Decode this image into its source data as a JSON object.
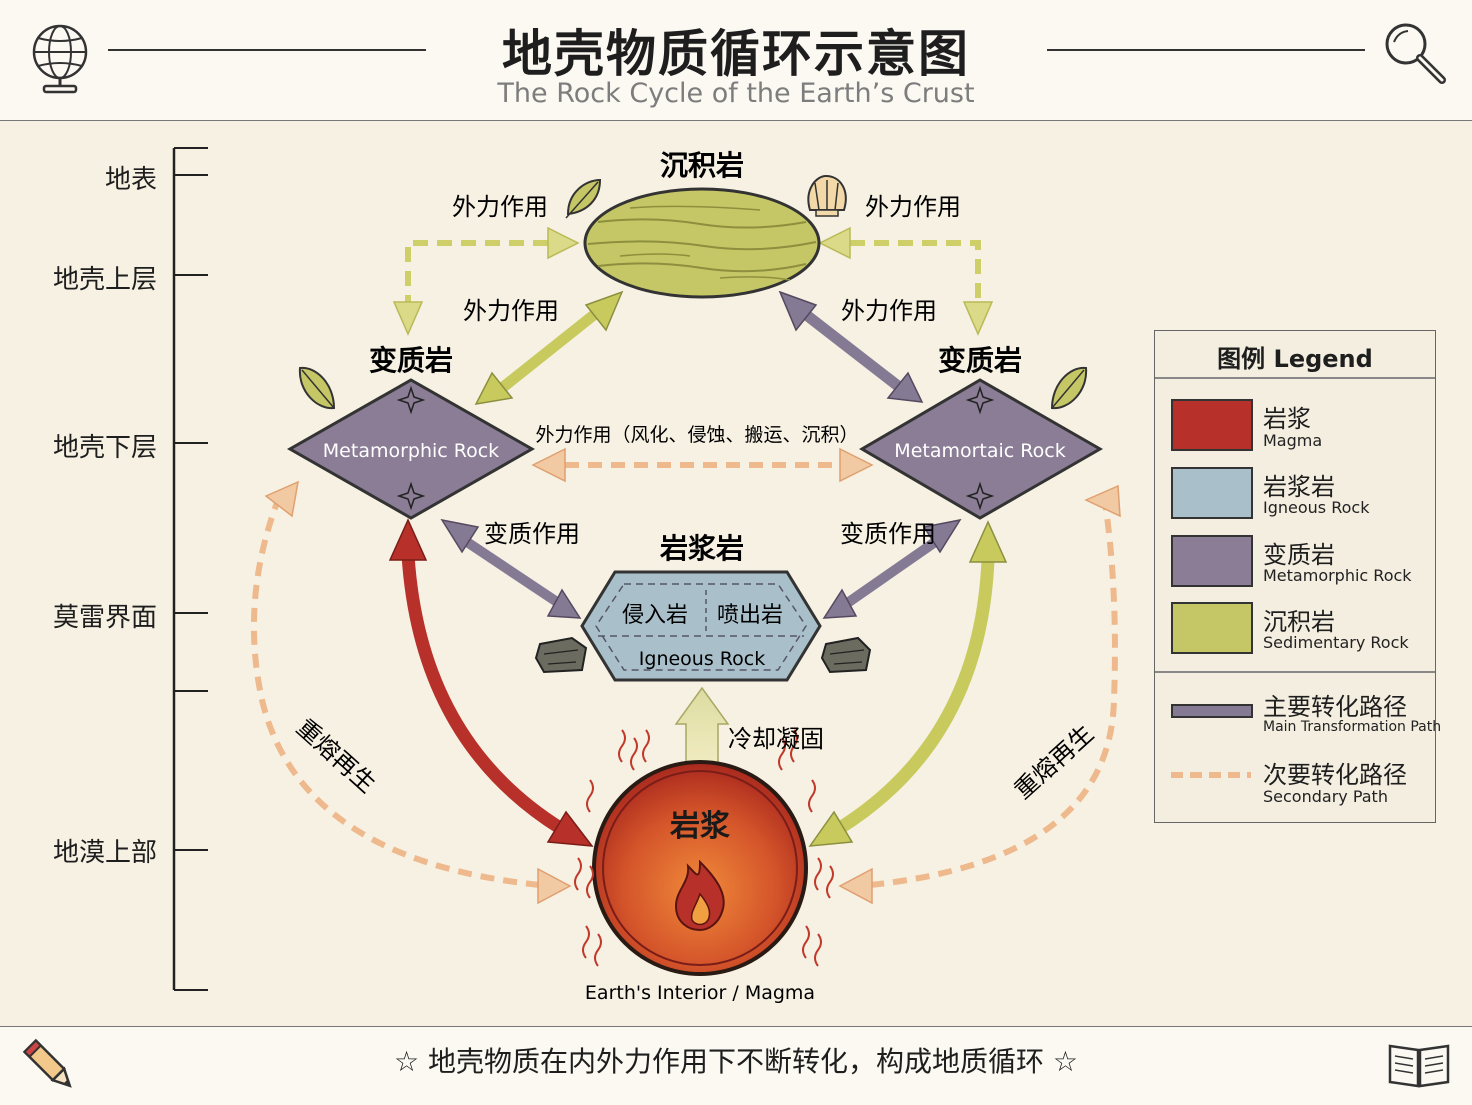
{
  "header": {
    "title_cn": "地壳物质循环示意图",
    "title_en": "The Rock Cycle of the Earth’s Crust"
  },
  "depth_scale": [
    "地表",
    "地壳上层",
    "地壳下层",
    "莫雷界面",
    "地漠上部"
  ],
  "nodes": {
    "sedimentary": {
      "title": "沉积岩"
    },
    "metamorphic_left": {
      "title": "变质岩",
      "label": "Metamorphic Rock"
    },
    "metamorphic_right": {
      "title": "变质岩",
      "label": "Metamortaic Rock"
    },
    "igneous": {
      "title": "岩浆岩",
      "intrusive": "侵入岩",
      "extrusive": "喷出岩",
      "label": "Igneous Rock"
    },
    "magma": {
      "title": "岩浆",
      "caption": "Earth's Interior / Magma"
    }
  },
  "arrow_labels": {
    "external_top_left": "外力作用",
    "external_top_right": "外力作用",
    "external_mid_left": "外力作用",
    "external_mid_right": "外力作用",
    "external_horizontal": "外力作用（风化、侵蚀、搬运、沉积）",
    "metamorphism_left": "变质作用",
    "metamorphism_right": "变质作用",
    "cooling": "冷却凝固",
    "remelt_left": "重熔再生",
    "remelt_right": "重熔再生"
  },
  "legend": {
    "title": "图例 Legend",
    "items": [
      {
        "cn": "岩浆",
        "en": "Magma",
        "color": "#b8302a"
      },
      {
        "cn": "岩浆岩",
        "en": "Igneous Rock",
        "color": "#a9c0cb"
      },
      {
        "cn": "变质岩",
        "en": "Metamorphic Rock",
        "color": "#8a7d95"
      },
      {
        "cn": "沉积岩",
        "en": "Sedimentary Rock",
        "color": "#c5c766"
      }
    ],
    "paths": [
      {
        "cn": "主要转化路径",
        "en": "Main Transformation Path",
        "color": "#847a94"
      },
      {
        "cn": "次要转化路径",
        "en": "Secondary Path",
        "color": "#eeb98c"
      }
    ]
  },
  "footer": {
    "text": "☆  地壳物质在内外力作用下不断转化，构成地质循环  ☆"
  },
  "icons": [
    "globe-icon",
    "magnifier-icon",
    "pencil-icon",
    "book-icon",
    "leaf-icon",
    "shell-icon",
    "rock-icon",
    "fire-icon"
  ]
}
